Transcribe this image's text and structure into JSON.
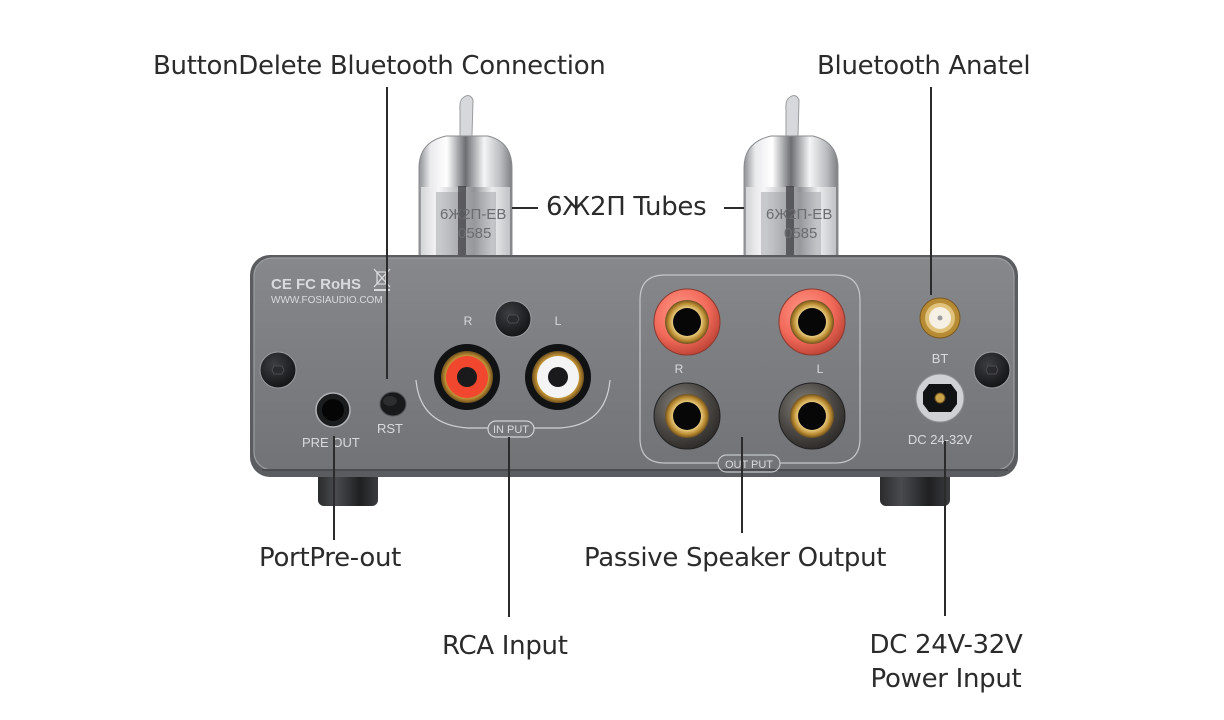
{
  "diagram": {
    "subject": "Tube amplifier rear panel",
    "colors": {
      "label_text": "#2b2b2b",
      "leader_line": "#2b2b2b",
      "panel": "#7a7c80",
      "panel_edge": "#5c5e62",
      "panel_print": "#d9dadc",
      "rca_right": "#f0472e",
      "rca_left": "#f4f4f4",
      "terminal_red": "#f26a5a",
      "terminal_black": "#3b3a38",
      "gold": "#c9a24a"
    }
  },
  "callouts": {
    "reset_button": "ButtonDelete Bluetooth Connection",
    "bluetooth_antenna": "Bluetooth Anatel",
    "tubes": "6Ж2П Tubes",
    "pre_out": "PortPre-out",
    "speaker_output": "Passive Speaker Output",
    "rca_input": "RCA Input",
    "power_line1": "DC 24V-32V",
    "power_line2": "Power Input"
  },
  "panel": {
    "certifications": "CE FC RoHS",
    "website": "WWW.FOSIAUDIO.COM",
    "pre_out_label": "PRE OUT",
    "rst_label": "RST",
    "input_r": "R",
    "input_l": "L",
    "input_group": "IN PUT",
    "output_r": "R",
    "output_l": "L",
    "output_group": "OUT PUT",
    "bt_label": "BT",
    "dc_label": "DC 24-32V"
  },
  "tubes": {
    "left": {
      "model": "6Ж2П-EB",
      "code": "0585"
    },
    "right": {
      "model": "6Ж2П-EB",
      "code": "0585"
    }
  }
}
